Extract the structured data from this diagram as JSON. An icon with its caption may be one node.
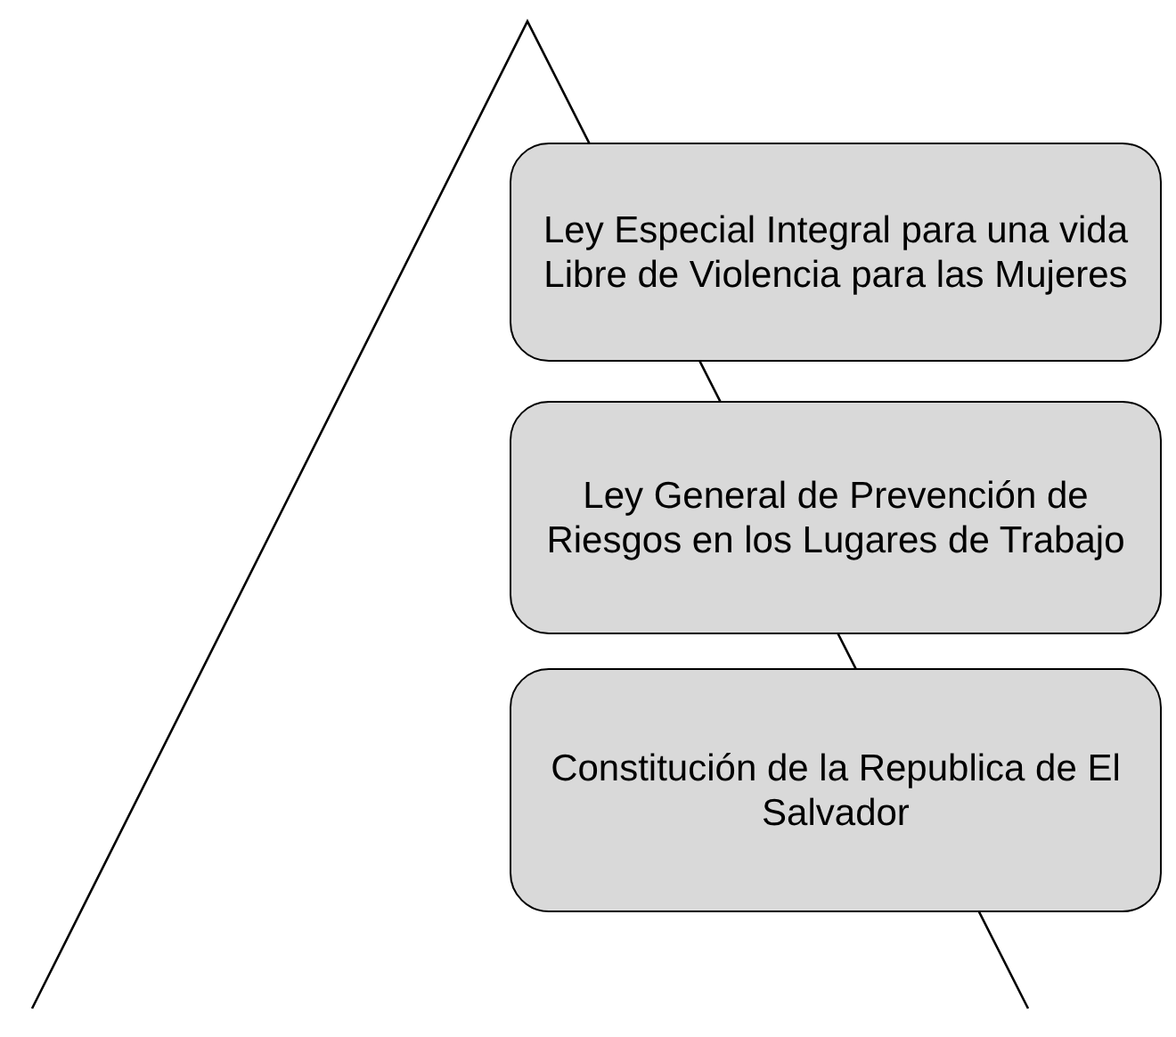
{
  "diagram": {
    "nodes": [
      {
        "text": [
          "Ley Especial Integral para una vida Libre de Violencia para las Mujeres"
        ]
      },
      {
        "text": [
          "Ley General de Prevención de Riesgos en los Lugares de Trabajo"
        ]
      },
      {
        "text": [
          "Constitución de la Republica de El Salvador"
        ]
      }
    ]
  }
}
